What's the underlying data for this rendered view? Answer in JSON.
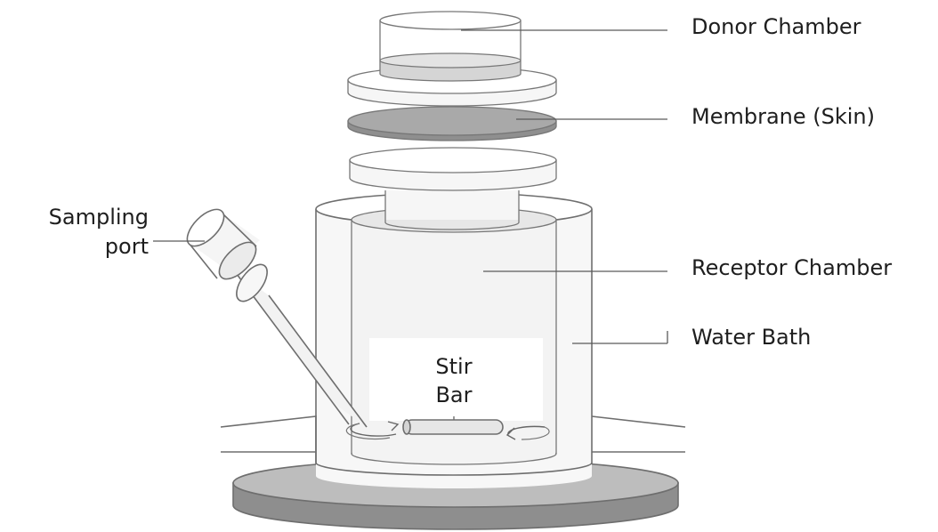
{
  "labels": {
    "donor_chamber": "Donor Chamber",
    "membrane": "Membrane (Skin)",
    "receptor_chamber": "Receptor Chamber",
    "water_bath": "Water Bath",
    "sampling_port_line1": "Sampling",
    "sampling_port_line2": "port",
    "stir_bar_line1": "Stir",
    "stir_bar_line2": "Bar"
  },
  "colors": {
    "outline": "#6e6e6e",
    "light_fill": "#f4f4f4",
    "membrane_fill": "#a9a9a9",
    "donor_liquid_fill": "#d6d6d6",
    "base_top_fill": "#b9b9b9",
    "base_side_fill": "#8a8a8a"
  }
}
